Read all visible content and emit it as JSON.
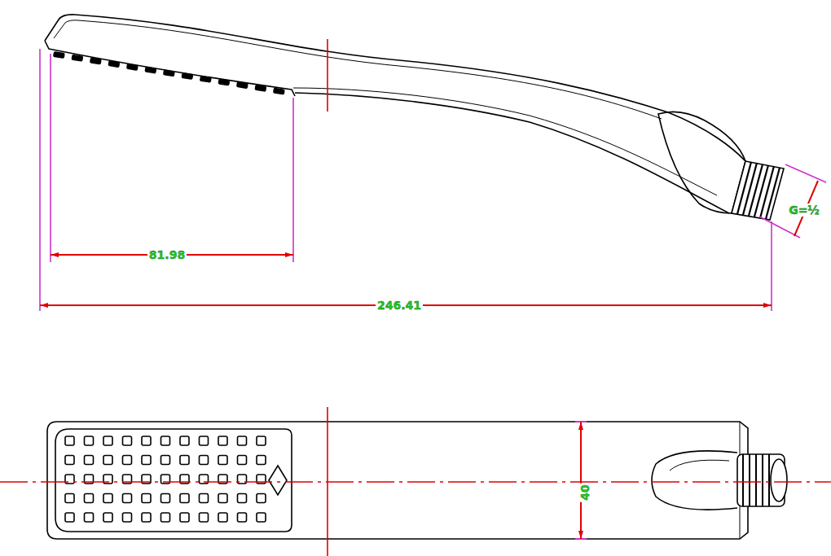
{
  "diagram": {
    "labels": [
      "81.98",
      "246.41",
      "G=½",
      "40"
    ]
  }
}
